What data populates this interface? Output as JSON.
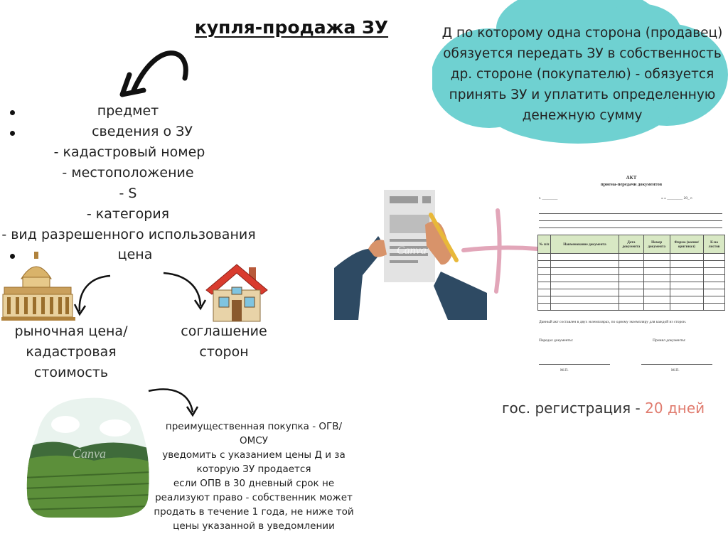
{
  "title": "купля-продажа ЗУ",
  "left_list": [
    {
      "text": "предмет",
      "bullet": true
    },
    {
      "text": "сведения о ЗУ",
      "bullet": true
    },
    {
      "text": "- кадастровый номер",
      "bullet": false
    },
    {
      "text": "- местоположение",
      "bullet": false
    },
    {
      "text": "- S",
      "bullet": false
    },
    {
      "text": "- категория",
      "bullet": false
    },
    {
      "text": "- вид разрешенного использования",
      "bullet": false
    },
    {
      "text": "цена",
      "bullet": true
    }
  ],
  "price_branches": {
    "market": [
      "рыночная цена/",
      "кадастровая",
      "стоимость"
    ],
    "agreement": [
      "соглашение",
      "сторон"
    ]
  },
  "definition": "Д по которому одна сторона (продавец) обязуется передать ЗУ в собственность др. стороне (покупателю) - обязуется принять ЗУ и уплатить определенную денежную сумму",
  "registration": {
    "label": "гос. регистрация - ",
    "days": "20 дней"
  },
  "preemption": [
    "преимущественная покупка - ОГВ/",
    "ОМСУ",
    "уведомить с указанием цены Д и за",
    "которую ЗУ продается",
    "если ОПВ в 30 дневный срок  не",
    "реализуют право - собственник может",
    "продать в течение 1 года, не ниже той",
    "цены указанной в уведомлении"
  ],
  "watermark": "Canva",
  "act_document": {
    "title": "АКТ",
    "subtitle": "приема-передачи документов",
    "columns": [
      "№ п/п",
      "Наименование документа",
      "Дата документа",
      "Номер документа",
      "Форма (копия/ оригинал)",
      "К-во листов"
    ],
    "footer": "Данный акт составлен в двух экземплярах, по одному экземпляру для каждой из сторон.",
    "handed": "Передал документы:",
    "received": "Принял документы:",
    "stamp": "М.П."
  },
  "colors": {
    "cloud": "#6fd1d1",
    "accent_days": "#e07b6e",
    "table_header": "#d8e8c4",
    "cross": "#e2a6b9"
  }
}
